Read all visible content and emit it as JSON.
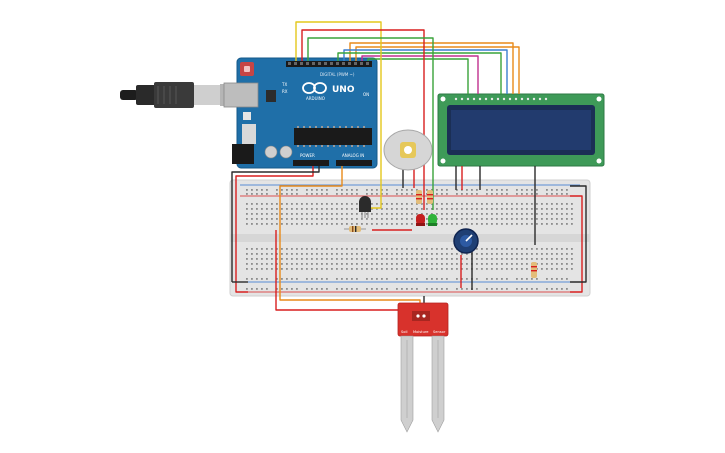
{
  "arduino": {
    "brand": "ARDUINO",
    "model": "UNO",
    "digital_label": "DIGITAL (PWM ~)",
    "power_label": "POWER",
    "analog_label": "ANALOG IN",
    "tx_label": "TX",
    "rx_label": "RX",
    "on_label": "ON"
  },
  "sensor": {
    "label_left": "Soil",
    "label_mid": "Moisture",
    "label_right": "Sensor"
  },
  "colors": {
    "red_wire": "#d81f1f",
    "black_wire": "#2b2b2b",
    "orange_wire": "#e88a1a",
    "yellow_wire": "#e3c81c",
    "green_wire": "#39a33a",
    "magenta_wire": "#c0308f",
    "blue_wire": "#3a7fd0",
    "board_blue": "#1f6fa8",
    "lcd_green": "#3e9a58",
    "sensor_red": "#d8322c"
  }
}
